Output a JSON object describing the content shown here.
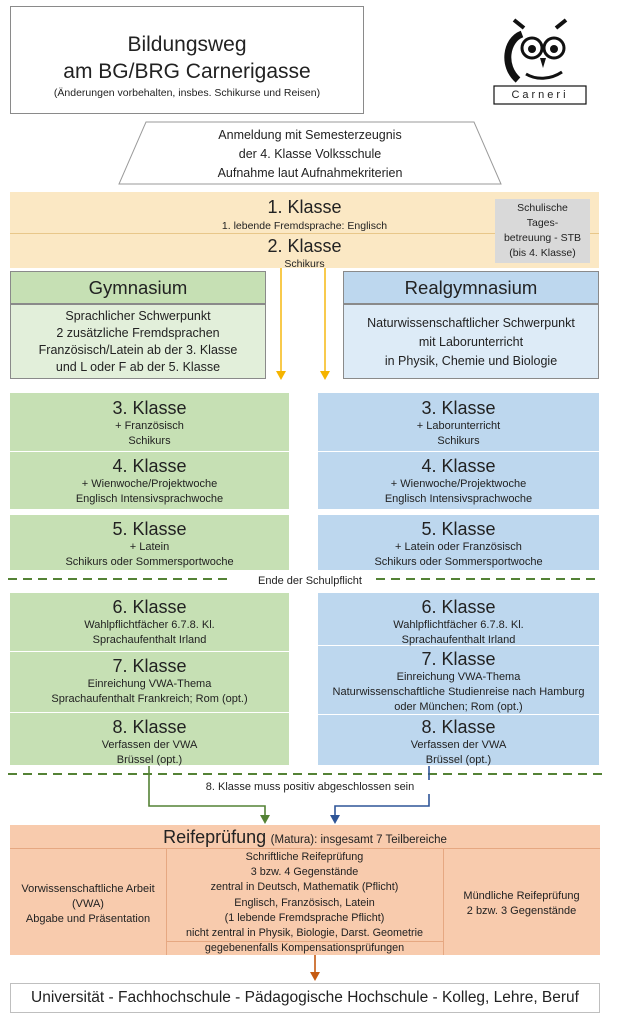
{
  "header": {
    "title_line1": "Bildungsweg",
    "title_line2": "am BG/BRG Carnerigasse",
    "note": "(Änderungen vorbehalten, insbes. Schikurse und Reisen)",
    "logo_text": "Carneri"
  },
  "entry": {
    "line1": "Anmeldung mit Semesterzeugnis",
    "line2": "der 4. Klasse Volksschule",
    "line3": "Aufnahme laut Aufnahmekriterien"
  },
  "common": {
    "k1_title": "1. Klasse",
    "k1_sub": "1. lebende Fremdsprache: Englisch",
    "k2_title": "2. Klasse",
    "k2_sub": "Schikurs",
    "stb_line1": "Schulische",
    "stb_line2": "Tages-",
    "stb_line3": "betreuung - STB",
    "stb_line4": "(bis 4. Klasse)"
  },
  "gym": {
    "title": "Gymnasium",
    "desc1": "Sprachlicher Schwerpunkt",
    "desc2": "2 zusätzliche Fremdsprachen",
    "desc3": "Französisch/Latein ab der 3. Klasse",
    "desc4": "und L oder F ab der 5. Klasse",
    "k3_title": "3. Klasse",
    "k3_l1": "+ Französisch",
    "k3_l2": "Schikurs",
    "k4_title": "4. Klasse",
    "k4_l1": "+ Wienwoche/Projektwoche",
    "k4_l2": "Englisch Intensivsprachwoche",
    "k5_title": "5. Klasse",
    "k5_l1": "+  Latein",
    "k5_l2": "Schikurs oder Sommersportwoche",
    "k6_title": "6. Klasse",
    "k6_l1": "Wahlpflichtfächer 6.7.8. Kl.",
    "k6_l2": "Sprachaufenthalt Irland",
    "k7_title": "7. Klasse",
    "k7_l1": "Einreichung VWA-Thema",
    "k7_l2": "Sprachaufenthalt Frankreich; Rom (opt.)",
    "k8_title": "8. Klasse",
    "k8_l1": "Verfassen der VWA",
    "k8_l2": "Brüssel (opt.)"
  },
  "rg": {
    "title": "Realgymnasium",
    "desc1": "Naturwissenschaftlicher Schwerpunkt",
    "desc2": "mit Laborunterricht",
    "desc3": "in Physik, Chemie und Biologie",
    "k3_title": "3. Klasse",
    "k3_l1": "+ Laborunterricht",
    "k3_l2": "Schikurs",
    "k4_title": "4. Klasse",
    "k4_l1": "+ Wienwoche/Projektwoche",
    "k4_l2": "Englisch Intensivsprachwoche",
    "k5_title": "5. Klasse",
    "k5_l1": "+ Latein oder Französisch",
    "k5_l2": "Schikurs oder Sommersportwoche",
    "k6_title": "6. Klasse",
    "k6_l1": "Wahlpflichtfächer 6.7.8. Kl.",
    "k6_l2": "Sprachaufenthalt Irland",
    "k7_title": "7. Klasse",
    "k7_l1": "Einreichung VWA-Thema",
    "k7_l2": "Naturwissenschaftliche Studienreise nach Hamburg",
    "k7_l3": "oder München; Rom (opt.)",
    "k8_title": "8. Klasse",
    "k8_l1": "Verfassen der VWA",
    "k8_l2": "Brüssel (opt.)"
  },
  "separators": {
    "schulpflicht": "Ende der Schulpflicht",
    "positiv": "8. Klasse muss positiv abgeschlossen sein"
  },
  "matura": {
    "title_big": "Reifeprüfung",
    "title_small": "(Matura): insgesamt 7 Teilbereiche",
    "vwa1": "Vorwissenschaftliche Arbeit",
    "vwa2": "(VWA)",
    "vwa3": "Abgabe und Präsentation",
    "sr1": "Schriftliche Reifeprüfung",
    "sr2": "3 bzw. 4 Gegenstände",
    "sr3": "zentral in Deutsch, Mathematik (Pflicht)",
    "sr4": "Englisch, Französisch, Latein",
    "sr5": "(1 lebende Fremdsprache Pflicht)",
    "sr6": "nicht zentral in Physik, Biologie, Darst. Geometrie",
    "sr7": "gegebenenfalls Kompensationsprüfungen",
    "mr1": "Mündliche Reifeprüfung",
    "mr2": "2 bzw. 3 Gegenstände"
  },
  "footer": {
    "text": "Universität - Fachhochschule - Pädagogische Hochschule - Kolleg, Lehre, Beruf"
  },
  "colors": {
    "yellow": "#fbe8c4",
    "green": "#c6e0b4",
    "blue": "#bdd7ee",
    "orange": "#f8cbad",
    "arrow_yellow": "#f5b400",
    "arrow_green": "#548235",
    "arrow_blue": "#2f5597",
    "arrow_orange": "#c55a11"
  }
}
